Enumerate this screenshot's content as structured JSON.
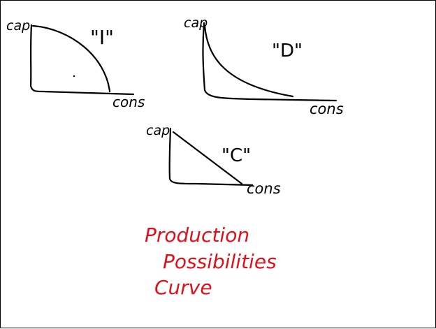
{
  "graphs": [
    {
      "id": "I",
      "y_label": "cap",
      "x_label": "cons",
      "type_label": "\"I\""
    },
    {
      "id": "D",
      "y_label": "cap",
      "x_label": "cons",
      "type_label": "\"D\""
    },
    {
      "id": "C",
      "y_label": "cap",
      "x_label": "cons",
      "type_label": "\"C\""
    }
  ],
  "caption": {
    "line1": "Production",
    "line2": "Possibilities",
    "line3": "Curve",
    "color": "#e0101a"
  }
}
